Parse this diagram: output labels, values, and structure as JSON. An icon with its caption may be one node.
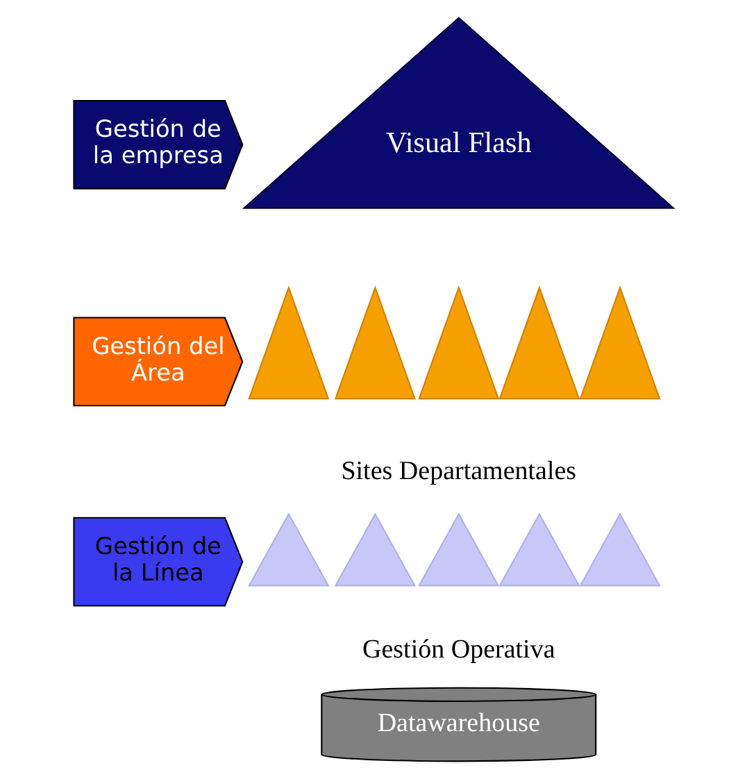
{
  "diagram": {
    "nodes": [
      {
        "text": [
          "Gestión de la empresa"
        ]
      },
      {
        "text": [
          "Visual Flash"
        ]
      },
      {
        "text": [
          "Gestión del Área"
        ]
      },
      {
        "text": [],
        "shape": "triangle"
      },
      {
        "text": [],
        "shape": "triangle"
      },
      {
        "text": [],
        "shape": "triangle"
      },
      {
        "text": [],
        "shape": "triangle"
      },
      {
        "text": [],
        "shape": "triangle"
      },
      {
        "text": [
          "Sites Departamentales"
        ]
      },
      {
        "text": [
          "Gestión de la Línea"
        ]
      },
      {
        "text": [],
        "shape": "triangle"
      },
      {
        "text": [],
        "shape": "triangle"
      },
      {
        "text": [],
        "shape": "triangle"
      },
      {
        "text": [],
        "shape": "triangle"
      },
      {
        "text": [],
        "shape": "triangle"
      },
      {
        "text": [
          "Gestión Operativa"
        ]
      },
      {
        "text": [
          "Datawarehouse"
        ]
      }
    ],
    "edges": []
  }
}
